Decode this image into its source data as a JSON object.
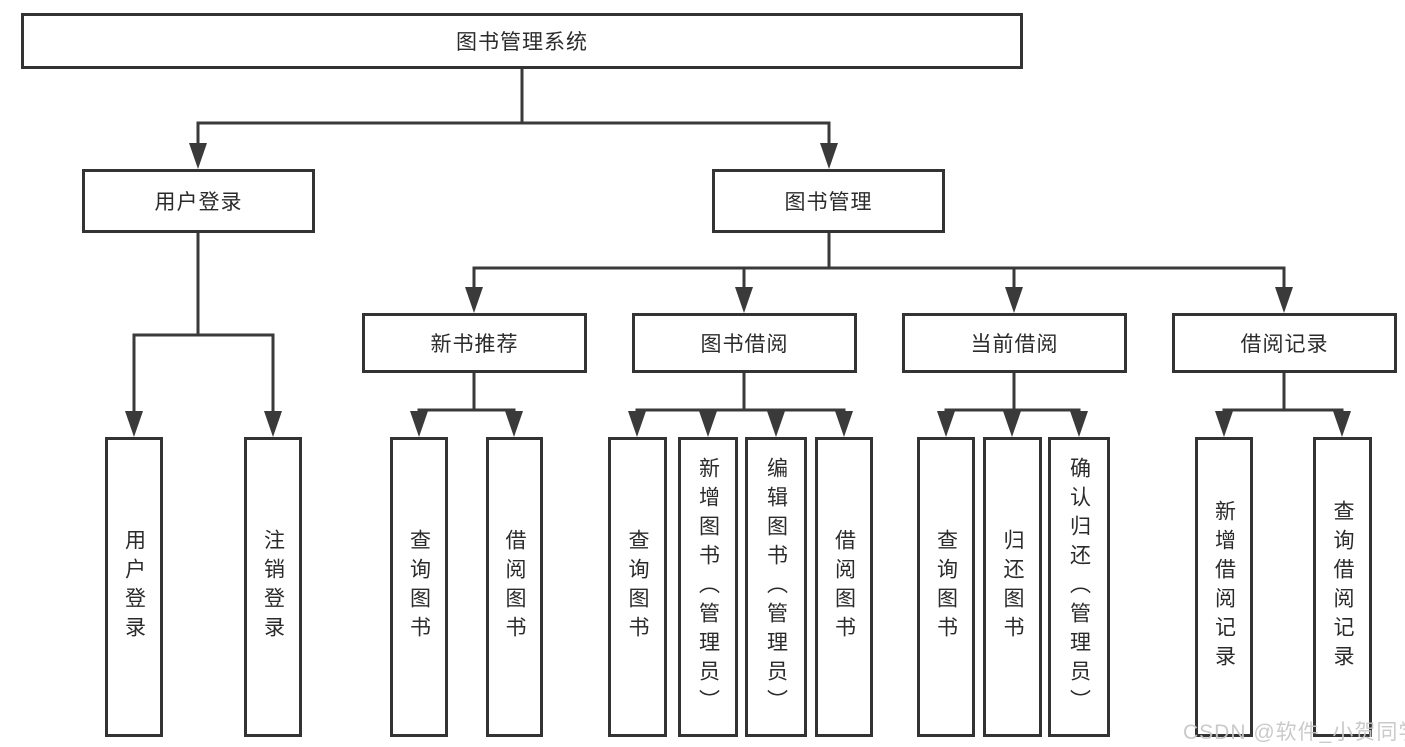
{
  "diagram": {
    "root": {
      "label": "图书管理系统"
    },
    "level2": [
      {
        "label": "用户登录",
        "parent": "图书管理系统"
      },
      {
        "label": "图书管理",
        "parent": "图书管理系统"
      }
    ],
    "level3": [
      {
        "label": "新书推荐",
        "parent": "图书管理"
      },
      {
        "label": "图书借阅",
        "parent": "图书管理"
      },
      {
        "label": "当前借阅",
        "parent": "图书管理"
      },
      {
        "label": "借阅记录",
        "parent": "图书管理"
      }
    ],
    "leaves": [
      {
        "label": "用户登录",
        "parent": "用户登录"
      },
      {
        "label": "注销登录",
        "parent": "用户登录"
      },
      {
        "label": "查询图书",
        "parent": "新书推荐"
      },
      {
        "label": "借阅图书",
        "parent": "新书推荐"
      },
      {
        "label": "查询图书",
        "parent": "图书借阅"
      },
      {
        "label": "新增图书（管理员）",
        "parent": "图书借阅"
      },
      {
        "label": "编辑图书（管理员）",
        "parent": "图书借阅"
      },
      {
        "label": "借阅图书",
        "parent": "图书借阅"
      },
      {
        "label": "查询图书",
        "parent": "当前借阅"
      },
      {
        "label": "归还图书",
        "parent": "当前借阅"
      },
      {
        "label": "确认归还（管理员）",
        "parent": "当前借阅"
      },
      {
        "label": "新增借阅记录",
        "parent": "借阅记录"
      },
      {
        "label": "查询借阅记录",
        "parent": "借阅记录"
      }
    ],
    "watermark": "CSDN @软件_小贺同学",
    "colors": {
      "line": "#3a3a3a",
      "box_border": "#333333",
      "text": "#2b2b2b",
      "background": "#ffffff",
      "watermark": "#c8c8c8"
    }
  }
}
